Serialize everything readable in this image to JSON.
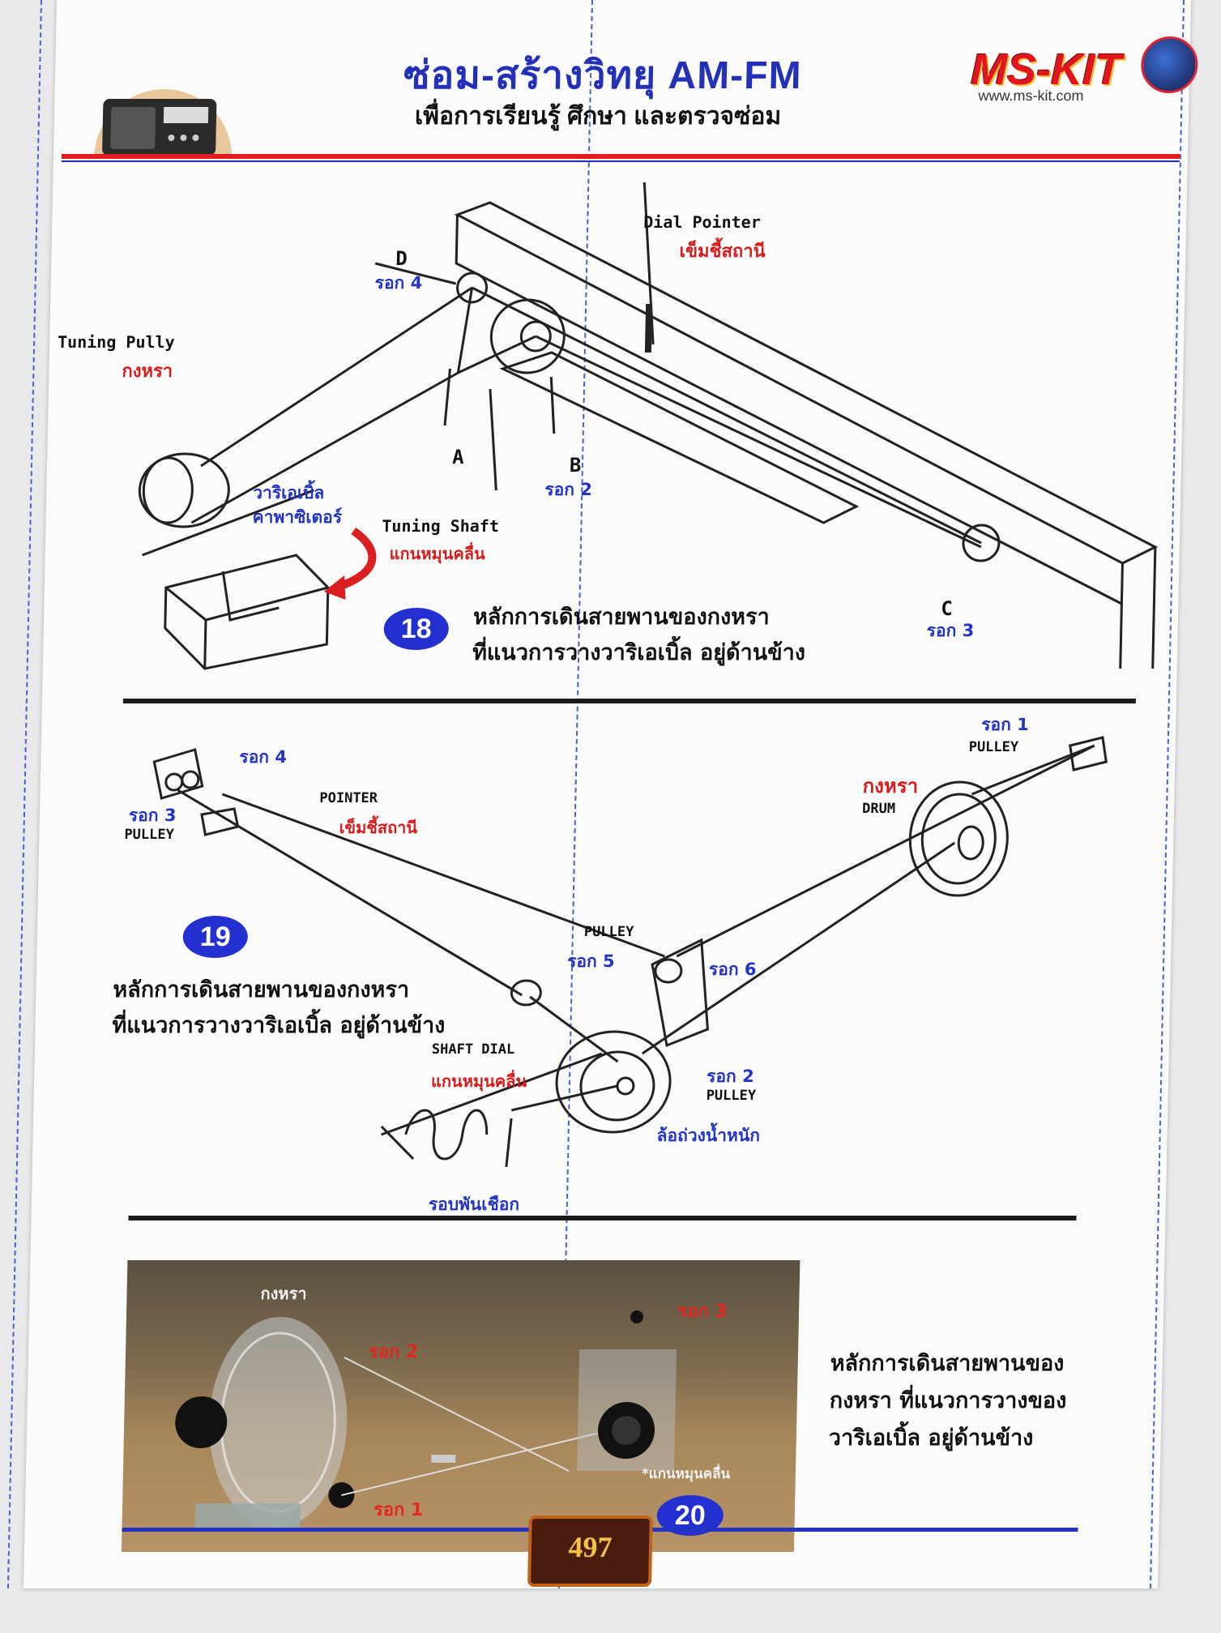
{
  "header": {
    "title": "ซ่อม-สร้างวิทยุ AM-FM",
    "subtitle": "เพื่อการเรียนรู้ ศึกษา และตรวจซ่อม",
    "brand": "MS-KIT",
    "brand_url": "www.ms-kit.com"
  },
  "figure18": {
    "badge": "18",
    "dial_pointer_en": "Dial Pointer",
    "dial_pointer_th": "เข็มชี้สถานี",
    "label_d": "D",
    "roll4": "รอก 4",
    "tuning_pully_en": "Tuning Pully",
    "tuning_pully_th": "กงหรา",
    "label_a": "A",
    "label_b": "B",
    "roll2": "รอก 2",
    "variable_cap_th_1": "วาริเอเบิ้ล",
    "variable_cap_th_2": "คาพาซิเตอร์",
    "tuning_shaft_en": "Tuning Shaft",
    "tuning_shaft_th": "แกนหมุนคลื่น",
    "label_c": "C",
    "roll3": "รอก 3",
    "caption_1": "หลักการเดินสายพานของกงหรา",
    "caption_2": "ที่แนวการวางวาริเอเบิ้ล อยู่ด้านข้าง"
  },
  "figure19": {
    "badge": "19",
    "roll4": "รอก 4",
    "roll3": "รอก 3",
    "pulley_left": "PULLEY",
    "pointer_en": "POINTER",
    "pointer_th": "เข็มชี้สถานี",
    "roll1": "รอก 1",
    "pulley_right": "PULLEY",
    "drum_th": "กงหรา",
    "drum_en": "DRUM",
    "pulley_mid": "PULLEY",
    "roll5": "รอก 5",
    "roll6": "รอก 6",
    "shaft_dial_en": "SHAFT DIAL",
    "shaft_dial_th": "แกนหมุนคลื่น",
    "roll2": "รอก 2",
    "pulley_low": "PULLEY",
    "weight_wheel": "ล้อถ่วงน้ำหนัก",
    "spring": "รอบพันเชือก",
    "caption_1": "หลักการเดินสายพานของกงหรา",
    "caption_2": "ที่แนวการวางวาริเอเบิ้ล อยู่ด้านข้าง"
  },
  "figure20": {
    "badge": "20",
    "drum": "กงหรา",
    "roll2": "รอก 2",
    "roll3": "รอก 3",
    "roll1": "รอก 1",
    "shaft": "*แกนหมุนคลื่น",
    "caption_1": "หลักการเดินสายพานของ",
    "caption_2": "กงหรา ที่แนวการวางของ",
    "caption_3": "วาริเอเบิ้ล อยู่ด้านข้าง"
  },
  "footer": {
    "page_number": "497"
  },
  "colors": {
    "title_blue": "#2330b8",
    "label_red": "#d61b1b",
    "rule_red": "#e11b22",
    "badge_blue": "#2330d0"
  }
}
